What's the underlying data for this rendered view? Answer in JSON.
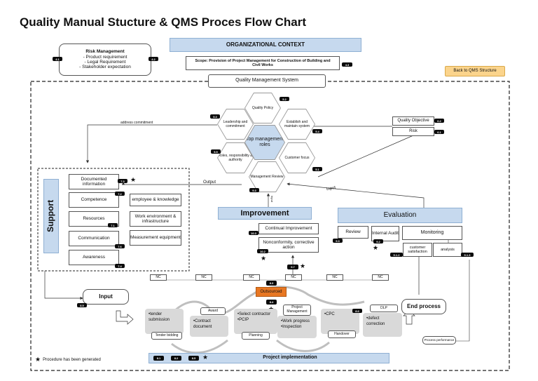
{
  "title": "Quality Manual Stucture & QMS Proces Flow Chart",
  "back_button": "Back to QMS Structure",
  "org_context": "ORGANIZATIONAL CONTEXT",
  "scope": "Scope: Provision of Project Management for Construction of Building and Civil Works",
  "qms": "Quality Management System",
  "risk_mgmt": {
    "title": "Risk Management",
    "line1": "- Product requirement",
    "line2": "- Legal Requirement",
    "line3": "- Stakeholder expectation"
  },
  "hexes": {
    "center": "Top management roles",
    "policy": "Quality Policy",
    "leadership": "Leadership and commitment",
    "establish": "Establish and maintain system",
    "roles": "Roles, responsibility & authority",
    "customer": "Customer focus",
    "review": "Management Review"
  },
  "quality_objective": "Quality Objective",
  "risk": "Risk",
  "address_commitment": "address commitment",
  "output_label": "Output",
  "input_label": "Input",
  "input_arrow_label": "Input",
  "support": "Support",
  "support_items": {
    "documented": "Documented information",
    "competence": "Competence",
    "resources": "Resources",
    "communication": "Communication",
    "awareness": "Awareness"
  },
  "support_sub": {
    "employee": "employee & knowledge",
    "work_env": "Work environment & infrastructure",
    "measurement": "Measurement equipment"
  },
  "improvement": {
    "title": "Improvement",
    "continual": "Continual Improvement",
    "nonconformity": "Nonconformity, corrective action"
  },
  "evaluation": {
    "title": "Evaluation",
    "review": "Review",
    "internal_audit": "Internal Audit",
    "monitoring": "Monitoring",
    "customer_satisfaction": "customer satisfaction",
    "analysis": "analysis"
  },
  "tags": {
    "t41": "4.1",
    "t42": "4.2",
    "t43": "4.3",
    "t52": "5.2",
    "t53": "5.3",
    "t54": "5.4",
    "t51": "5.1",
    "t55": "5.5",
    "t62": "6.2",
    "t61": "6.1",
    "t73": "7.3",
    "t72": "7.2",
    "t71": "7.1",
    "t76": "7.6",
    "t74": "7.4",
    "t93": "9.3",
    "t92": "9.2",
    "t912": "9.1.2",
    "t913": "9.1.3",
    "t102": "10.2",
    "t103": "10.3",
    "t97": "9.7",
    "t83": "8.3",
    "t84": "8.4",
    "t85": "8.5",
    "t86": "8.6",
    "t81": "8.1",
    "t82": "8.2"
  },
  "nc": "NC",
  "outsourced": "Outsourced",
  "input_box": "Input",
  "end_process": "End process",
  "process_performance": "Process performance",
  "project_implementation": "Project implementation",
  "star_note": "Procedure has been generated",
  "process": {
    "tender_submission": "•tender submission",
    "tender_bidding": "Tender bidding",
    "award": "Award",
    "contract_document": "•Contract document",
    "select_contractor": "•Select contractor",
    "pcip": "•PCIP",
    "planning": "Planning",
    "project_management": "Project Management",
    "work_progress": "•Work progress",
    "inspection": "•Inspection",
    "cpc": "•CPC",
    "handover": "Handover",
    "dlp": "DLP",
    "defect_correction": "•defect correction"
  }
}
